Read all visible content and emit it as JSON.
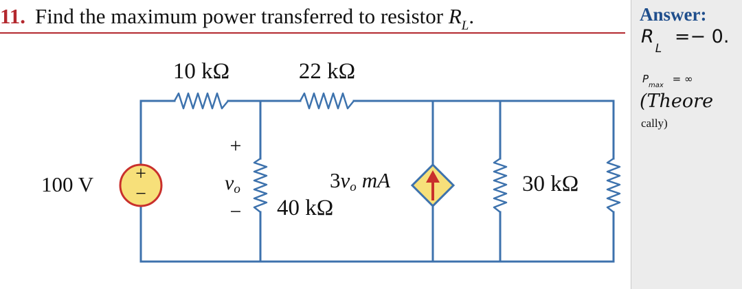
{
  "question": {
    "number": "11.",
    "text": "Find the maximum power transferred to resistor",
    "var": "R",
    "sub": "L",
    "end": "."
  },
  "circuit": {
    "r1": "10 kΩ",
    "r2": "22 kΩ",
    "source": "100 V",
    "src_plus": "+",
    "src_minus": "−",
    "vo_plus": "+",
    "vo": "v",
    "vo_sub": "o",
    "vo_minus": "−",
    "r3": "40 kΩ",
    "dep_coef": "3",
    "dep_var": "v",
    "dep_sub": "o",
    "dep_unit": "mA",
    "r4": "30 kΩ"
  },
  "answer": {
    "title": "Answer:",
    "rl_var": "R",
    "rl_sub": "L",
    "rl_value": "=− 0.",
    "pmax_var": "P",
    "pmax_sub": "max",
    "pmax_value": "= ∞",
    "note1": "(Theore",
    "note2": "cally)"
  },
  "colors": {
    "accent": "#b3282e",
    "wire": "#3d72ad",
    "source_fill": "#f7e07a",
    "source_stroke": "#c9302c"
  }
}
